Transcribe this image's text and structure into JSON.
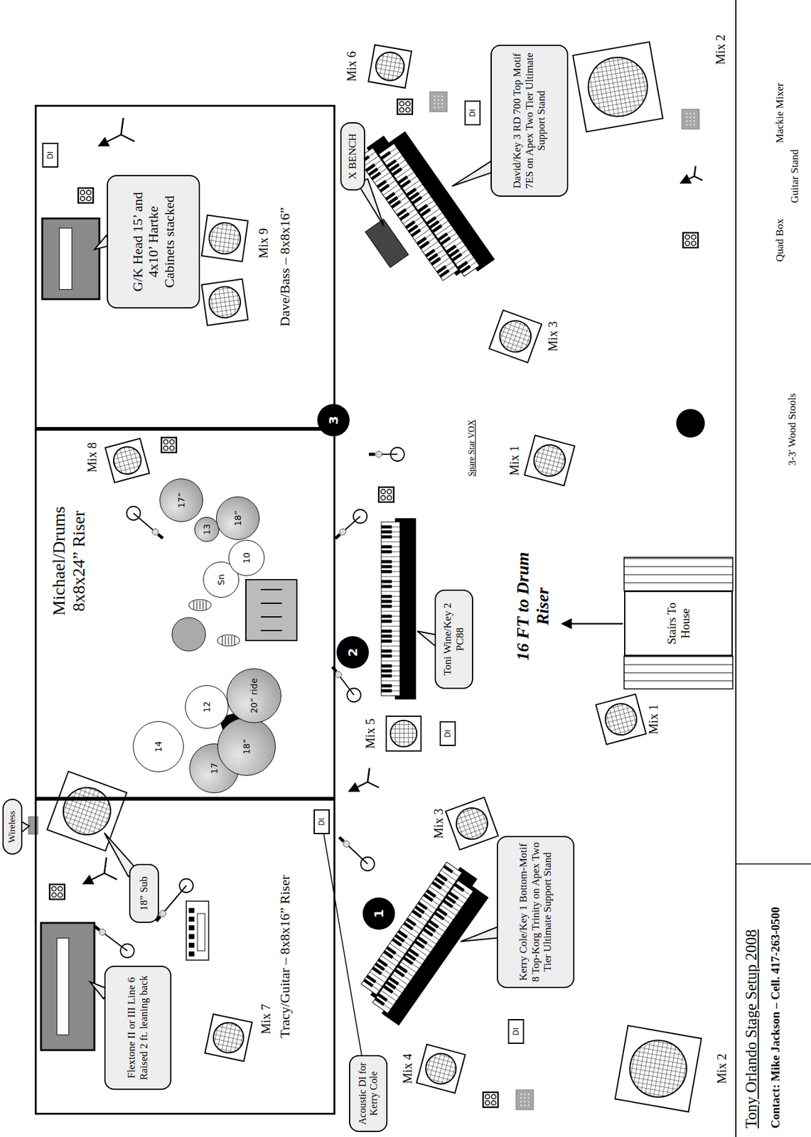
{
  "diagram": {
    "title": "Tony Orlando Stage Setup 2008",
    "nodes": [
      {
        "text": [
          "Wireless"
        ]
      },
      {
        "text": [
          "Tracy/Guitar – 8x8x16” Riser"
        ]
      },
      {
        "text": [
          "Flextone II or III Line 6 Raised 2 ft. leaning back"
        ],
        "in": 1
      },
      {
        "text": [
          "18” Sub"
        ],
        "in": 1
      },
      {
        "text": [
          "Michael/Drums 8x8x24” Riser"
        ]
      },
      {
        "text": [
          "14"
        ],
        "in": 4
      },
      {
        "text": [
          "17"
        ],
        "in": 4
      },
      {
        "text": [
          "12"
        ],
        "in": 4
      },
      {
        "text": [
          "18”"
        ],
        "in": 4
      },
      {
        "text": [
          "20” ride"
        ],
        "in": 4
      },
      {
        "text": [
          "Sn"
        ],
        "in": 4
      },
      {
        "text": [
          "10"
        ],
        "in": 4
      },
      {
        "text": [
          "13"
        ],
        "in": 4
      },
      {
        "text": [
          "18”"
        ],
        "in": 4
      },
      {
        "text": [
          "17”"
        ],
        "in": 4
      },
      {
        "text": [
          "Dave/Bass – 8x8x16”"
        ]
      },
      {
        "text": [
          "DI"
        ],
        "in": 15
      },
      {
        "text": [
          "G/K Head 15’ and 4x10’ Hartke Cabinets stacked"
        ],
        "in": 15
      },
      {
        "text": [
          "X BENCH"
        ]
      },
      {
        "text": [
          "David/Key 3 RD 700 Top Motif 7ES on Apex Two Tier Ultimate Support Stand"
        ]
      },
      {
        "text": [
          "DI"
        ]
      },
      {
        "text": [
          "3"
        ]
      },
      {
        "text": [
          "2"
        ]
      },
      {
        "text": [
          "Toni Wine/Key 2 PC88"
        ]
      },
      {
        "text": [
          "DI"
        ]
      },
      {
        "text": [
          "DI"
        ]
      },
      {
        "text": [
          "Acoustic DI for Kerry Cole"
        ]
      },
      {
        "text": [
          "1"
        ]
      },
      {
        "text": [
          "DI"
        ]
      },
      {
        "text": [
          "Kerry Cole/Key 1 Bottom-Motif 8 Top-Korg Trinity on Apex Two Tier Ultimate Support Stand"
        ]
      },
      {
        "text": [
          "Stairs To House"
        ]
      }
    ],
    "edges": [
      {
        "from": 26,
        "to": 25,
        "arrow": "none"
      }
    ],
    "labels": [
      "Mix 7",
      "Mix 8",
      "Mix 9",
      "Mix 6",
      "Mix 5",
      "Spare Star VOX",
      "Mix 3",
      "Mix 3",
      "Mix 4",
      "16 FT to Drum Riser",
      "Mix 1",
      "Mix 1",
      "Mix 2",
      "Mix 2",
      "Contact: Mike Jackson – Cell. 417-263-0500"
    ],
    "legend": [
      {
        "text": "3-3' Wood Stools"
      },
      {
        "text": "Quad Box"
      },
      {
        "text": "Guitar Stand"
      },
      {
        "text": "Mackie Mixer"
      }
    ]
  }
}
